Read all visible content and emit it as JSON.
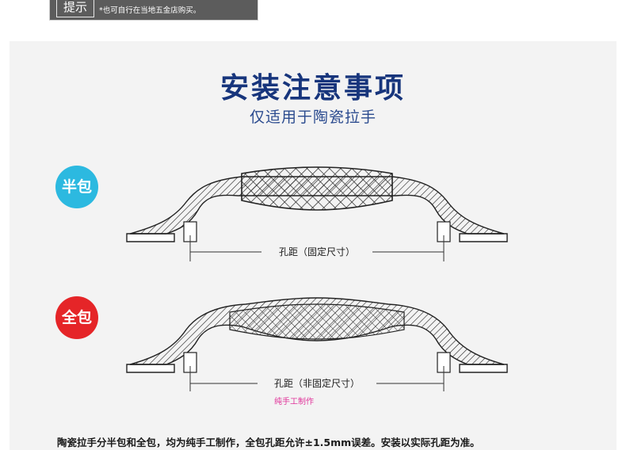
{
  "tip": {
    "label": "提示",
    "text": "*也可自行在当地五金店购买。"
  },
  "header": {
    "title": "安装注意事项",
    "subtitle": "仅适用于陶瓷拉手"
  },
  "diagrams": [
    {
      "badge": "半包",
      "dimension_label": "孔距（固定尺寸）",
      "badge_color": "#2cb9e0"
    },
    {
      "badge": "全包",
      "dimension_label": "孔距（非固定尺寸）",
      "badge_color": "#e52528"
    }
  ],
  "note": "纯手工制作",
  "footer": "陶瓷拉手分半包和全包，均为纯手工制作，全包孔距允许±1.5mm误差。安装以实际孔距为准。",
  "colors": {
    "title": "#17357c",
    "note": "#e0349a"
  }
}
